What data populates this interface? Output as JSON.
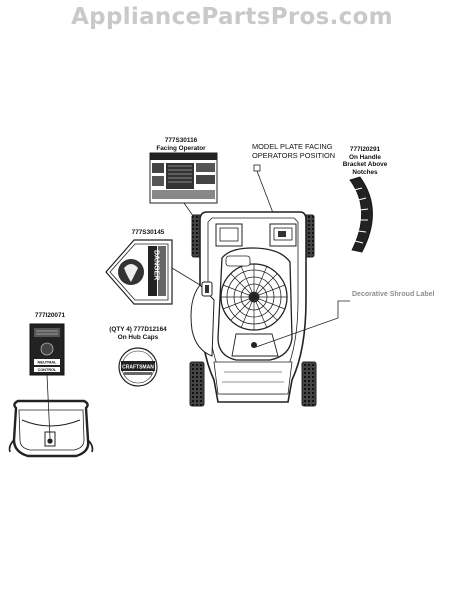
{
  "watermark": "AppliancePartsPros.com",
  "callouts": {
    "label_top": {
      "part": "777S30116",
      "note": "Facing Operator"
    },
    "model_plate": {
      "line1": "MODEL PLATE FACING",
      "line2": "OPERATORS POSITION"
    },
    "handle_label": {
      "part": "777I20291",
      "line1": "On Handle",
      "line2": "Bracket Above",
      "line3": "Notches"
    },
    "danger_label": {
      "part": "777S30145"
    },
    "shroud_label": "Decorative Shroud Label",
    "handle_tag": {
      "part": "777I20071"
    },
    "hub_caps": {
      "line1": "(QTY 4) 777D12164",
      "line2": "On Hub Caps"
    }
  },
  "decal_text": {
    "danger": "DANGER",
    "brand": "CRAFTSMAN",
    "control": "CONTROL",
    "neutral": "NEUTRAL"
  }
}
